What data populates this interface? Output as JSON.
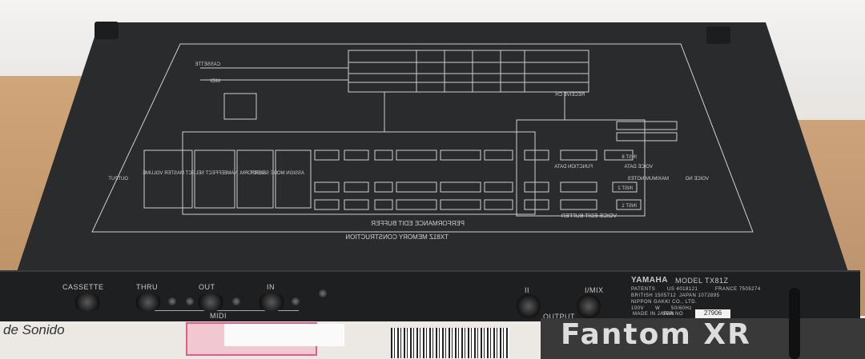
{
  "panel": {
    "cassette": "CASSETTE",
    "thru": "THRU",
    "out": "OUT",
    "in": "IN",
    "midi": "MIDI",
    "ii": "II",
    "imix": "I/MIX",
    "output": "OUTPUT"
  },
  "plate": {
    "brand": "YAMAHA",
    "model": "MODEL TX81Z",
    "patents": "PATENTS",
    "us": "US 4018121",
    "france": "FRANCE 7505274",
    "british": "BRITISH 1505712",
    "japan": "JAPAN 1072895",
    "maker": "NIPPON GAKKI CO., LTD.",
    "volt": "100V",
    "watt": "W",
    "hz": "50/60Hz",
    "made": "MADE IN JAPAN",
    "ser_label": "SER NO",
    "ser_value": "27906"
  },
  "diagram": {
    "title": "TX81Z MEMORY CONSTRUCTION",
    "perf": "PERFORMANCE EDIT BUFFER",
    "voice": "VOICE EDIT BUFFER",
    "master_volume": "MASTER VOLUME",
    "output": "OUTPUT",
    "effect": "EFFECT SELECT",
    "perform_name": "PERFORM. NAME",
    "assign": "ASSIGN MODE SELECT",
    "voice_no": "VOICE NO",
    "notes": "MAXIMUM NOTES",
    "receive": "RECEIVE CH",
    "inst": "INST 1",
    "inst2": "INST 2",
    "inst8": "INST 8",
    "cassette": "CASSETTE",
    "midi": "MIDI",
    "voice_data": "VOICE DATA",
    "function_data": "FUNCTION DATA"
  },
  "foreground": {
    "sonido": "de Sonido",
    "fantom": "Fantom XR"
  }
}
